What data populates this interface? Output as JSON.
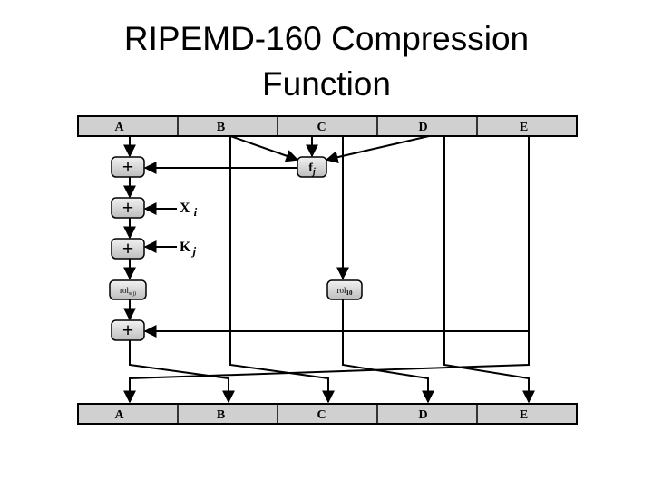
{
  "title": {
    "line1": "RIPEMD-160 Compression",
    "line2": "Function"
  },
  "diagram": {
    "top_registers": [
      "A",
      "B",
      "C",
      "D",
      "E"
    ],
    "bottom_registers": [
      "A",
      "B",
      "C",
      "D",
      "E"
    ],
    "function_label": "f",
    "function_subscript": "j",
    "x_label": "X",
    "x_subscript": "i",
    "k_label": "K",
    "k_subscript": "j",
    "rol_s_label": "rol",
    "rol_s_subscript": "s(j)",
    "rol_10_label": "rol",
    "rol_10_subscript": "10",
    "plus_symbol": "+"
  }
}
